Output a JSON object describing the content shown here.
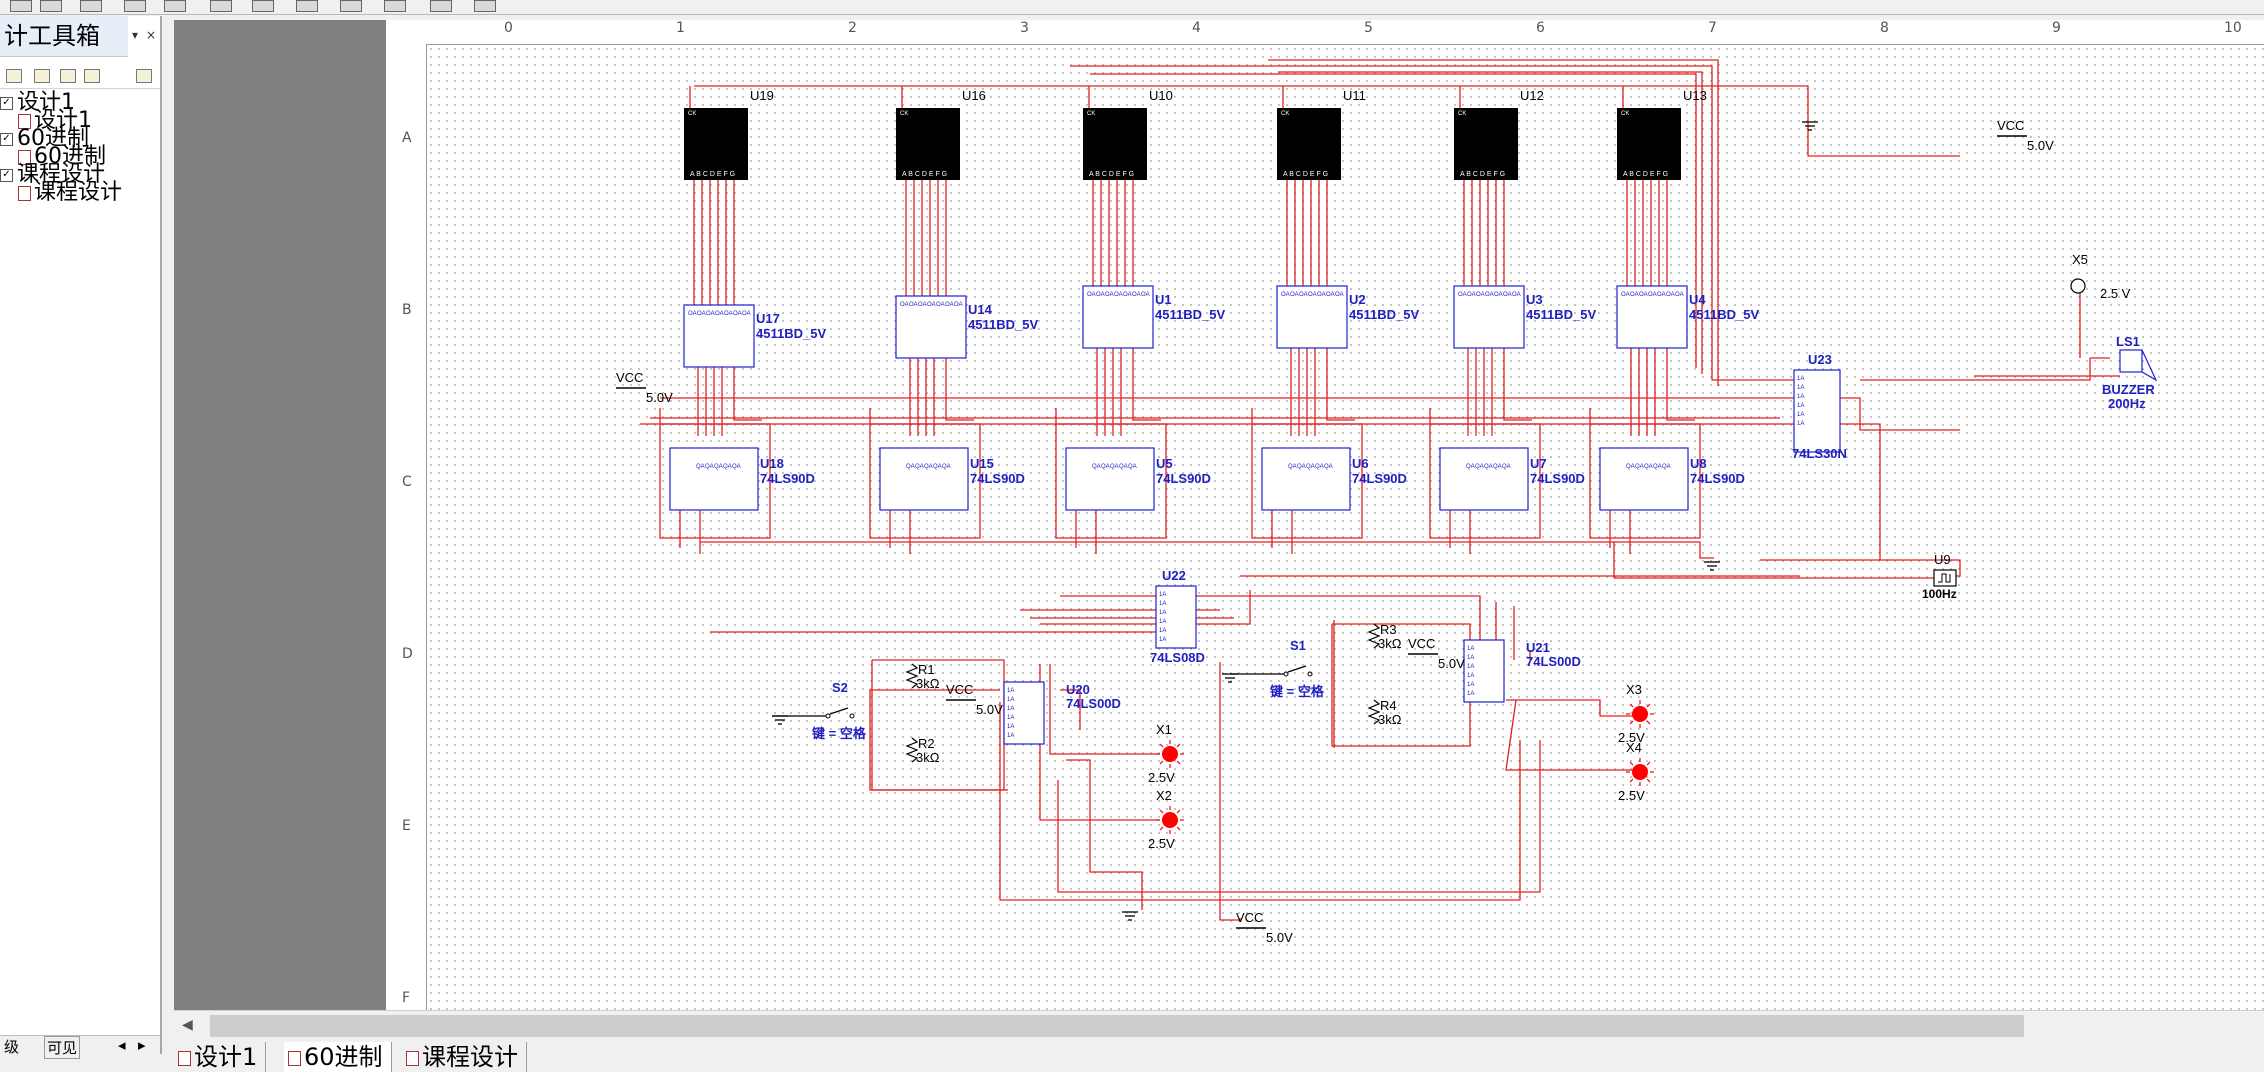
{
  "panel": {
    "title": "计工具箱",
    "tree": [
      {
        "label": "设计1",
        "level": 0,
        "checked": true
      },
      {
        "label": "设计1",
        "level": 1
      },
      {
        "label": "60进制",
        "level": 0,
        "checked": true
      },
      {
        "label": "60进制",
        "level": 1
      },
      {
        "label": "课程设计",
        "level": 0,
        "checked": true
      },
      {
        "label": "课程设计",
        "level": 1
      }
    ],
    "bottom_left": "级",
    "bottom_tab": "可见"
  },
  "ruler": {
    "columns": [
      "0",
      "1",
      "2",
      "3",
      "4",
      "5",
      "6",
      "7",
      "8",
      "9",
      "10"
    ],
    "rows": [
      "A",
      "B",
      "C",
      "D",
      "E",
      "F"
    ]
  },
  "tabs": [
    {
      "label": "设计1",
      "active": false
    },
    {
      "label": "60进制",
      "active": true
    },
    {
      "label": "课程设计",
      "active": false
    }
  ],
  "colors": {
    "wire": "#e02020",
    "component": "#2020d0",
    "display": "#000000",
    "probe": "#ff0000"
  },
  "schematic": {
    "displays": [
      {
        "ref": "U19",
        "pins": "A B C D E F G",
        "ck": "CK"
      },
      {
        "ref": "U16",
        "pins": "A B C D E F G",
        "ck": "CK"
      },
      {
        "ref": "U10",
        "pins": "A B C D E F G",
        "ck": "CK"
      },
      {
        "ref": "U11",
        "pins": "A B C D E F G",
        "ck": "CK"
      },
      {
        "ref": "U12",
        "pins": "A B C D E F G",
        "ck": "CK"
      },
      {
        "ref": "U13",
        "pins": "A B C D E F G",
        "ck": "CK"
      }
    ],
    "decoders": [
      {
        "ref": "U17",
        "part": "4511BD_5V"
      },
      {
        "ref": "U14",
        "part": "4511BD_5V"
      },
      {
        "ref": "U1",
        "part": "4511BD_5V"
      },
      {
        "ref": "U2",
        "part": "4511BD_5V"
      },
      {
        "ref": "U3",
        "part": "4511BD_5V"
      },
      {
        "ref": "U4",
        "part": "4511BD_5V"
      }
    ],
    "counters": [
      {
        "ref": "U18",
        "part": "74LS90D"
      },
      {
        "ref": "U15",
        "part": "74LS90D"
      },
      {
        "ref": "U5",
        "part": "74LS90D"
      },
      {
        "ref": "U6",
        "part": "74LS90D"
      },
      {
        "ref": "U7",
        "part": "74LS90D"
      },
      {
        "ref": "U8",
        "part": "74LS90D"
      }
    ],
    "gates": [
      {
        "ref": "U22",
        "part": "74LS08D"
      },
      {
        "ref": "U20",
        "part": "74LS00D"
      },
      {
        "ref": "U21",
        "part": "74LS00D"
      },
      {
        "ref": "U23",
        "part": "74LS30N"
      }
    ],
    "vcc": [
      {
        "name": "VCC",
        "value": "5.0V"
      },
      {
        "name": "VCC",
        "value": "5.0V"
      },
      {
        "name": "VCC",
        "value": "5.0V"
      },
      {
        "name": "VCC",
        "value": "5.0V"
      },
      {
        "name": "VCC",
        "value": "5.0V"
      }
    ],
    "resistors": [
      {
        "ref": "R1",
        "value": "3kΩ"
      },
      {
        "ref": "R2",
        "value": "3kΩ"
      },
      {
        "ref": "R3",
        "value": "3kΩ"
      },
      {
        "ref": "R4",
        "value": "3kΩ"
      }
    ],
    "switches": [
      {
        "ref": "S2",
        "key": "键 = 空格"
      },
      {
        "ref": "S1",
        "key": "键 = 空格"
      }
    ],
    "probes": [
      {
        "ref": "X1",
        "value": "2.5V"
      },
      {
        "ref": "X2",
        "value": "2.5V"
      },
      {
        "ref": "X3",
        "value": "2.5V"
      },
      {
        "ref": "X4",
        "value": "2.5V"
      },
      {
        "ref": "X5",
        "value": "2.5 V"
      }
    ],
    "buzzer": {
      "ref": "LS1",
      "part": "BUZZER",
      "freq": "200Hz"
    },
    "clock": {
      "ref": "U9",
      "freq": "100Hz"
    }
  }
}
